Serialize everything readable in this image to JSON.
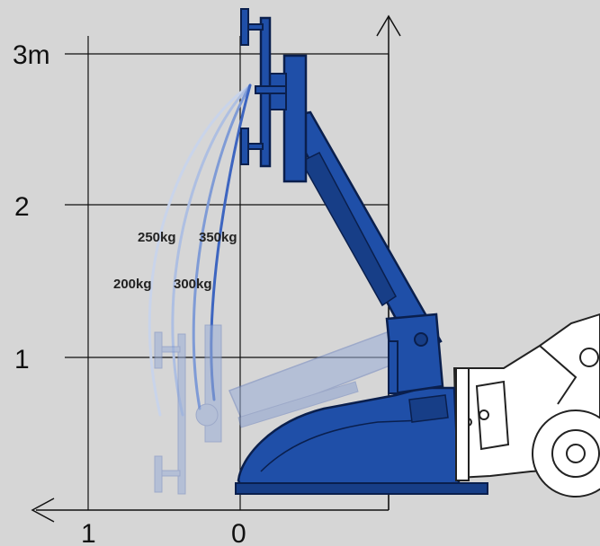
{
  "diagram": {
    "y_axis_labels": [
      "3m",
      "2",
      "1"
    ],
    "x_axis_labels": [
      "1",
      "0"
    ],
    "load_labels": [
      "250kg",
      "350kg",
      "200kg",
      "300kg"
    ],
    "colors": {
      "background": "#d6d6d6",
      "grid": "#111111",
      "machine_blue": "#1f4fa8",
      "machine_blue_dark": "#0f2e6b",
      "ghost_blue": "#9aaed6",
      "curve_200": "#c9d4ea",
      "curve_250": "#aebfe2",
      "curve_300": "#7f9bd6",
      "curve_350": "#3d65c0",
      "vehicle": "#ffffff"
    }
  }
}
